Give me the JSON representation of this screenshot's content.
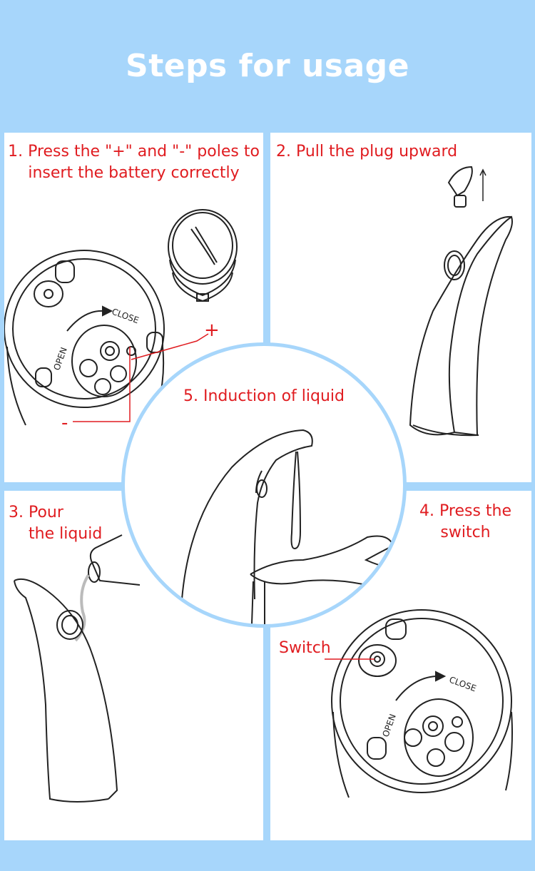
{
  "header": {
    "title": "Steps for usage"
  },
  "steps": {
    "step1": {
      "line1": "1. Press the \"+\" and \"-\" poles to",
      "line2": "insert the battery correctly"
    },
    "step2": {
      "label": "2. Pull the plug upward"
    },
    "step3": {
      "line1": "3. Pour",
      "line2": "the liquid"
    },
    "step4": {
      "line1": "4. Press the",
      "line2": "switch"
    },
    "step5": {
      "label": "5. Induction of liquid"
    }
  },
  "annotations": {
    "plus": "+",
    "minus": "-",
    "switch": "Switch",
    "close_mark": "CLOSE",
    "open_mark": "OPEN"
  },
  "colors": {
    "background": "#a7d6fb",
    "accent_text": "#e01c20",
    "panel": "#ffffff"
  }
}
